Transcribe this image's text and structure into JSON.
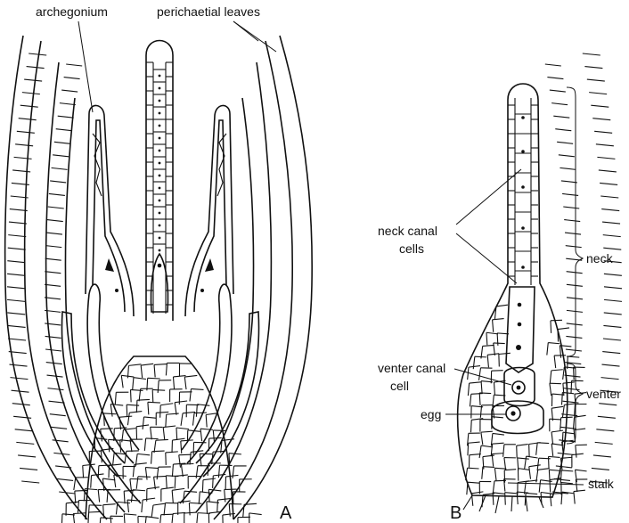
{
  "figure": {
    "panel_a": {
      "letter": "A",
      "labels": {
        "archegonium": "archegonium",
        "perichaetial_leaves": "perichaetial leaves"
      }
    },
    "panel_b": {
      "letter": "B",
      "labels": {
        "neck_canal_cells_line1": "neck canal",
        "neck_canal_cells_line2": "cells",
        "venter_canal_cell_line1": "venter canal",
        "venter_canal_cell_line2": "cell",
        "egg": "egg",
        "neck": "neck",
        "venter": "venter",
        "stalk": "stalk"
      }
    }
  }
}
